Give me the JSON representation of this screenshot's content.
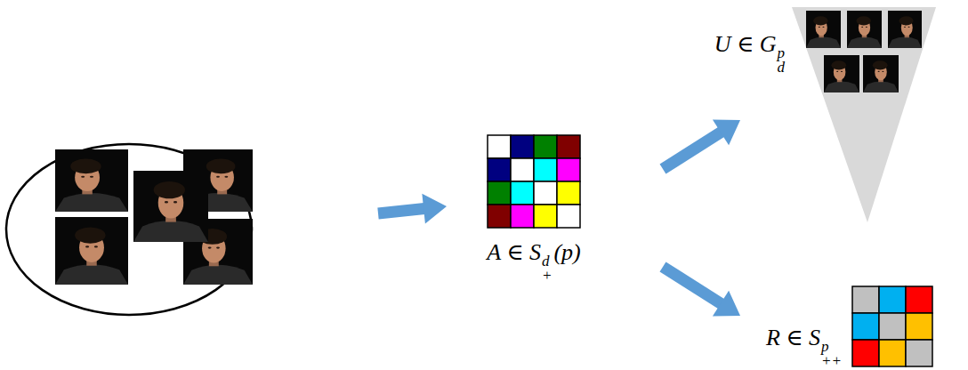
{
  "diagram": {
    "nodes": [
      {
        "text": []
      },
      {
        "text": [
          "A ∈ S",
          "d",
          "+",
          "(p)"
        ]
      },
      {
        "text": [
          "U ∈ G",
          "p",
          "d"
        ]
      },
      {
        "text": [
          "R ∈ S",
          "p",
          "++"
        ]
      }
    ],
    "edges": [
      {
        "from": 0,
        "to": 1,
        "arrow": "to"
      },
      {
        "from": 1,
        "to": 2,
        "arrow": "to"
      },
      {
        "from": 1,
        "to": 3,
        "arrow": "to"
      }
    ]
  }
}
